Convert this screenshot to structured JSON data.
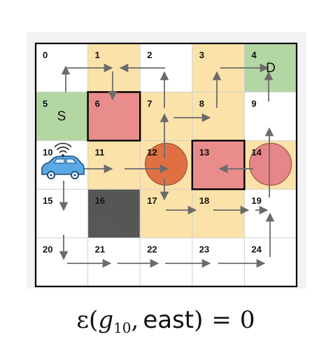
{
  "grid": {
    "rows": 5,
    "cols": 5,
    "cells": [
      {
        "id": "0",
        "fill": "#ffffff"
      },
      {
        "id": "1",
        "fill": "#fbe2a8"
      },
      {
        "id": "2",
        "fill": "#ffffff"
      },
      {
        "id": "3",
        "fill": "#fbe2a8"
      },
      {
        "id": "4",
        "fill": "#b3d7a2"
      },
      {
        "id": "5",
        "fill": "#b3d7a2"
      },
      {
        "id": "6",
        "fill": "#e88c8c"
      },
      {
        "id": "7",
        "fill": "#fbe2a8"
      },
      {
        "id": "8",
        "fill": "#fbe2a8"
      },
      {
        "id": "9",
        "fill": "#ffffff"
      },
      {
        "id": "10",
        "fill": "#ffffff"
      },
      {
        "id": "11",
        "fill": "#fbe2a8"
      },
      {
        "id": "12",
        "fill": "#fbe2a8"
      },
      {
        "id": "13",
        "fill": "#e88c8c"
      },
      {
        "id": "14",
        "fill": "#fbe2a8"
      },
      {
        "id": "15",
        "fill": "#ffffff"
      },
      {
        "id": "16",
        "fill": "#595959"
      },
      {
        "id": "17",
        "fill": "#fbe2a8"
      },
      {
        "id": "18",
        "fill": "#fbe2a8"
      },
      {
        "id": "19",
        "fill": "#ffffff"
      },
      {
        "id": "20",
        "fill": "#ffffff"
      },
      {
        "id": "21",
        "fill": "#ffffff"
      },
      {
        "id": "22",
        "fill": "#ffffff"
      },
      {
        "id": "23",
        "fill": "#ffffff"
      },
      {
        "id": "24",
        "fill": "#ffffff"
      }
    ]
  },
  "start_label": "S",
  "destination_label": "D",
  "hazard_circles": [
    {
      "cell": "12",
      "color": "#e07042"
    },
    {
      "cell": "14",
      "color": "#e6868a"
    }
  ],
  "obstacle_outlined_cells": [
    "6",
    "13"
  ],
  "vehicle": {
    "cell": "10",
    "icon": "car-icon",
    "color": "#5aa9e6",
    "signal_icon": "wifi-signal-icon"
  },
  "formula": {
    "epsilon": "ε",
    "open_paren": "(",
    "g": "g",
    "subscript": "10",
    "comma": ",",
    "action": "east",
    "close_paren": ")",
    "equals": "=",
    "value": "0"
  }
}
